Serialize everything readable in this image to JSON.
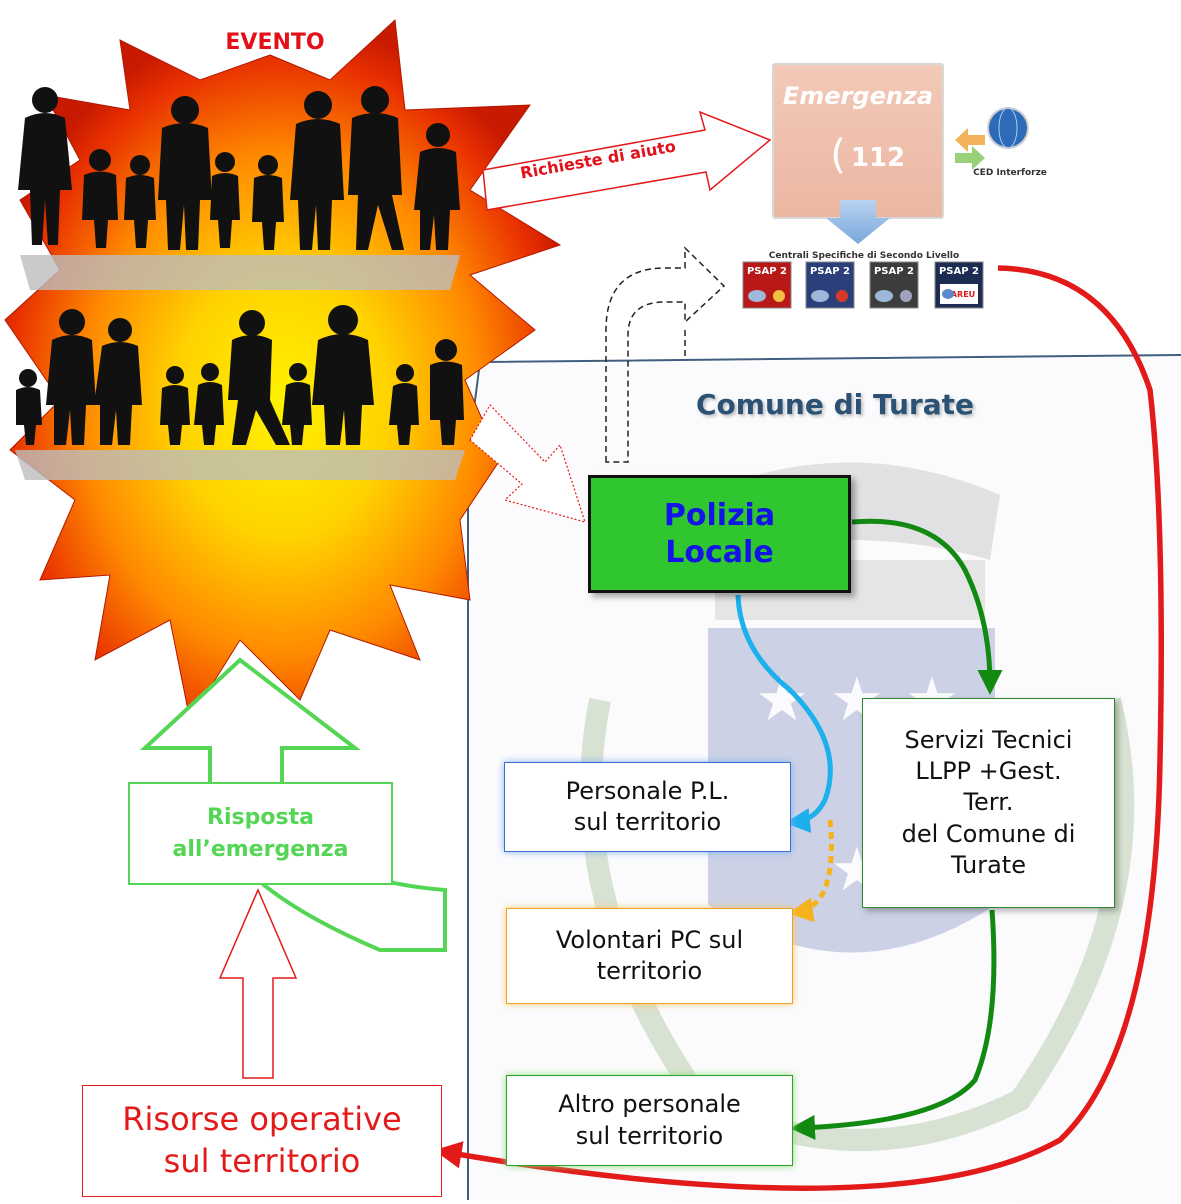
{
  "labels": {
    "evento": "EVENTO",
    "comune_title": "Comune di Turate",
    "richieste": "Richieste di aiuto",
    "emergenza": "Emergenza",
    "numero": "112",
    "ced": "CED Interforze",
    "centrali": "Centrali Specifiche di Secondo Livello",
    "psap": [
      "PSAP 2",
      "PSAP 2",
      "PSAP 2",
      "PSAP 2"
    ],
    "areu": "AREU"
  },
  "boxes": {
    "polizia": [
      "Polizia",
      "Locale"
    ],
    "personale": [
      "Personale P.L.",
      "sul territorio"
    ],
    "volontari": [
      "Volontari PC sul",
      "territorio"
    ],
    "altro": [
      "Altro personale",
      "sul territorio"
    ],
    "servizi": [
      "Servizi Tecnici",
      "LLPP +Gest.",
      "Terr.",
      "del Comune di",
      "Turate"
    ],
    "risposta": [
      "Risposta",
      "all’emergenza"
    ],
    "risorse": [
      "Risorse operative",
      "sul territorio"
    ]
  },
  "colors": {
    "red": "#e31a1a",
    "green_dark": "#128a12",
    "green_light": "#53d653",
    "blue_arrow": "#1cb0ec",
    "orange_dashed": "#f6b21c",
    "title_blue": "#2b5274",
    "polizia_fill": "#2fc62f"
  }
}
